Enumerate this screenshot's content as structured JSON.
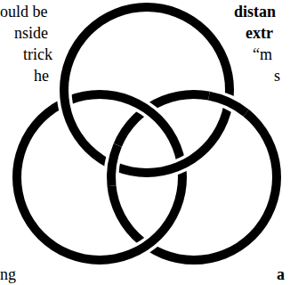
{
  "diagram": {
    "labels": [
      "ould be",
      "nside",
      "trick",
      "he",
      "ng",
      "distan",
      "extr",
      "“m",
      "s",
      "a"
    ]
  }
}
